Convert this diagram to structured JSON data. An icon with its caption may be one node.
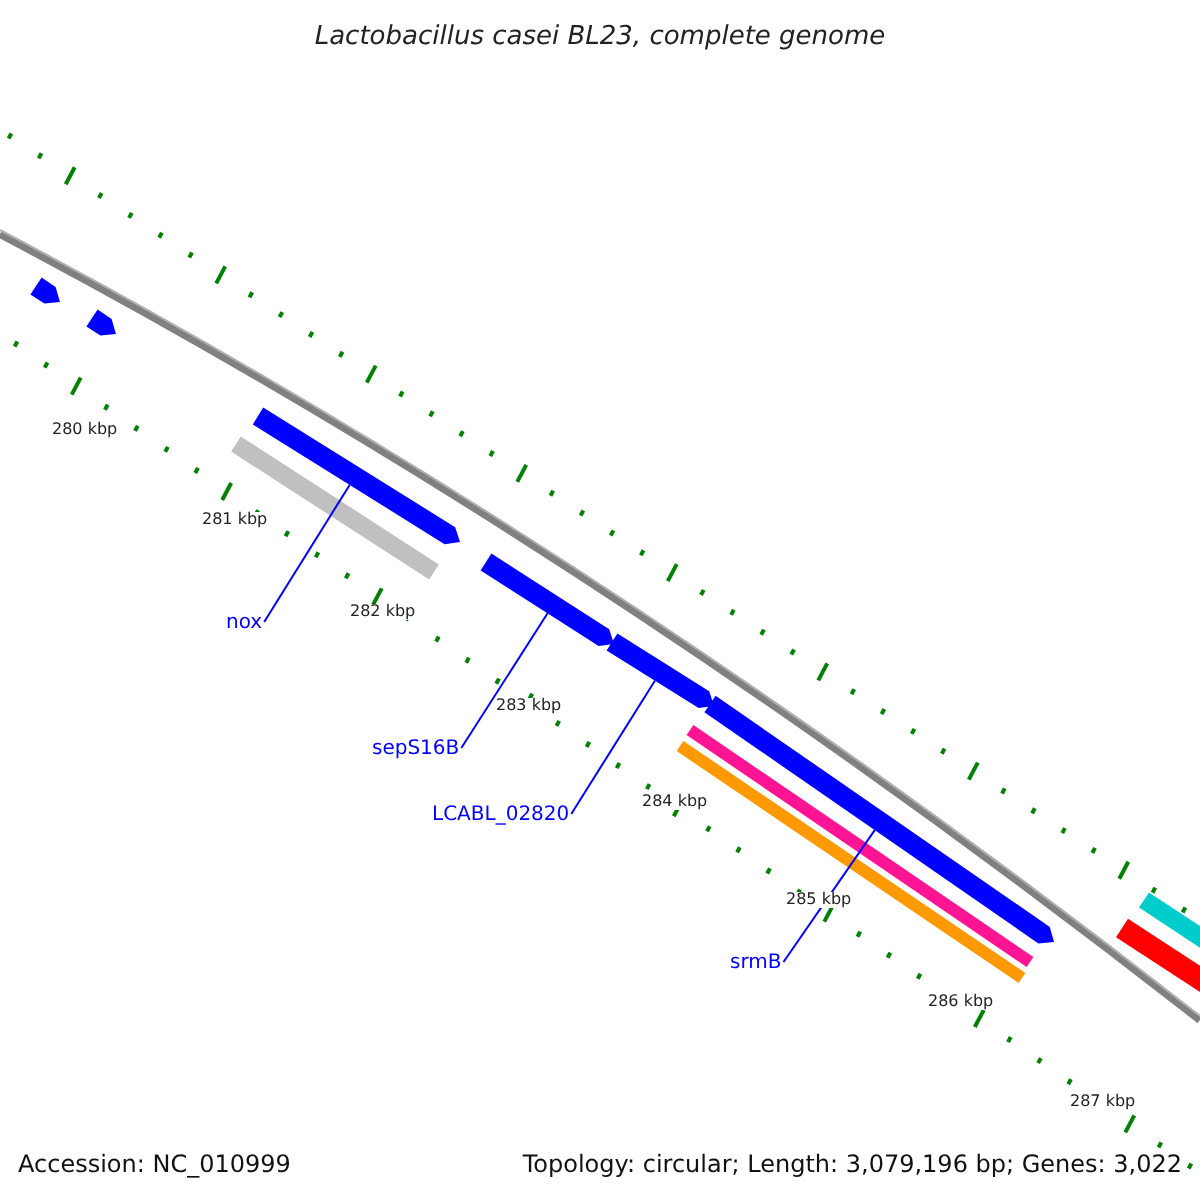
{
  "diagram": {
    "title": "Lactobacillus casei BL23, complete genome",
    "nodes": [
      {
        "text": [
          "nox"
        ]
      },
      {
        "text": [
          "sepS16B"
        ]
      },
      {
        "text": [
          "LCABL_02820"
        ]
      },
      {
        "text": [
          "srmB"
        ]
      },
      {
        "text": [],
        "shape": "bar"
      },
      {
        "text": [],
        "shape": "bar"
      },
      {
        "text": [],
        "shape": "bar"
      },
      {
        "text": [],
        "shape": "bar"
      }
    ],
    "edges": [
      {
        "from": 0,
        "to": 4,
        "arrow": "none"
      },
      {
        "from": 1,
        "to": 5,
        "arrow": "none"
      },
      {
        "from": 2,
        "to": 6,
        "arrow": "none"
      },
      {
        "from": 3,
        "to": 7,
        "arrow": "none"
      }
    ],
    "labels": [
      "280 kbp",
      "281 kbp",
      "282 kbp",
      "283 kbp",
      "284 kbp",
      "285 kbp",
      "286 kbp",
      "287 kbp",
      "Accession: NC_010999",
      "Topology: circular; Length: 3,079,196 bp; Genes: 3,022"
    ]
  }
}
